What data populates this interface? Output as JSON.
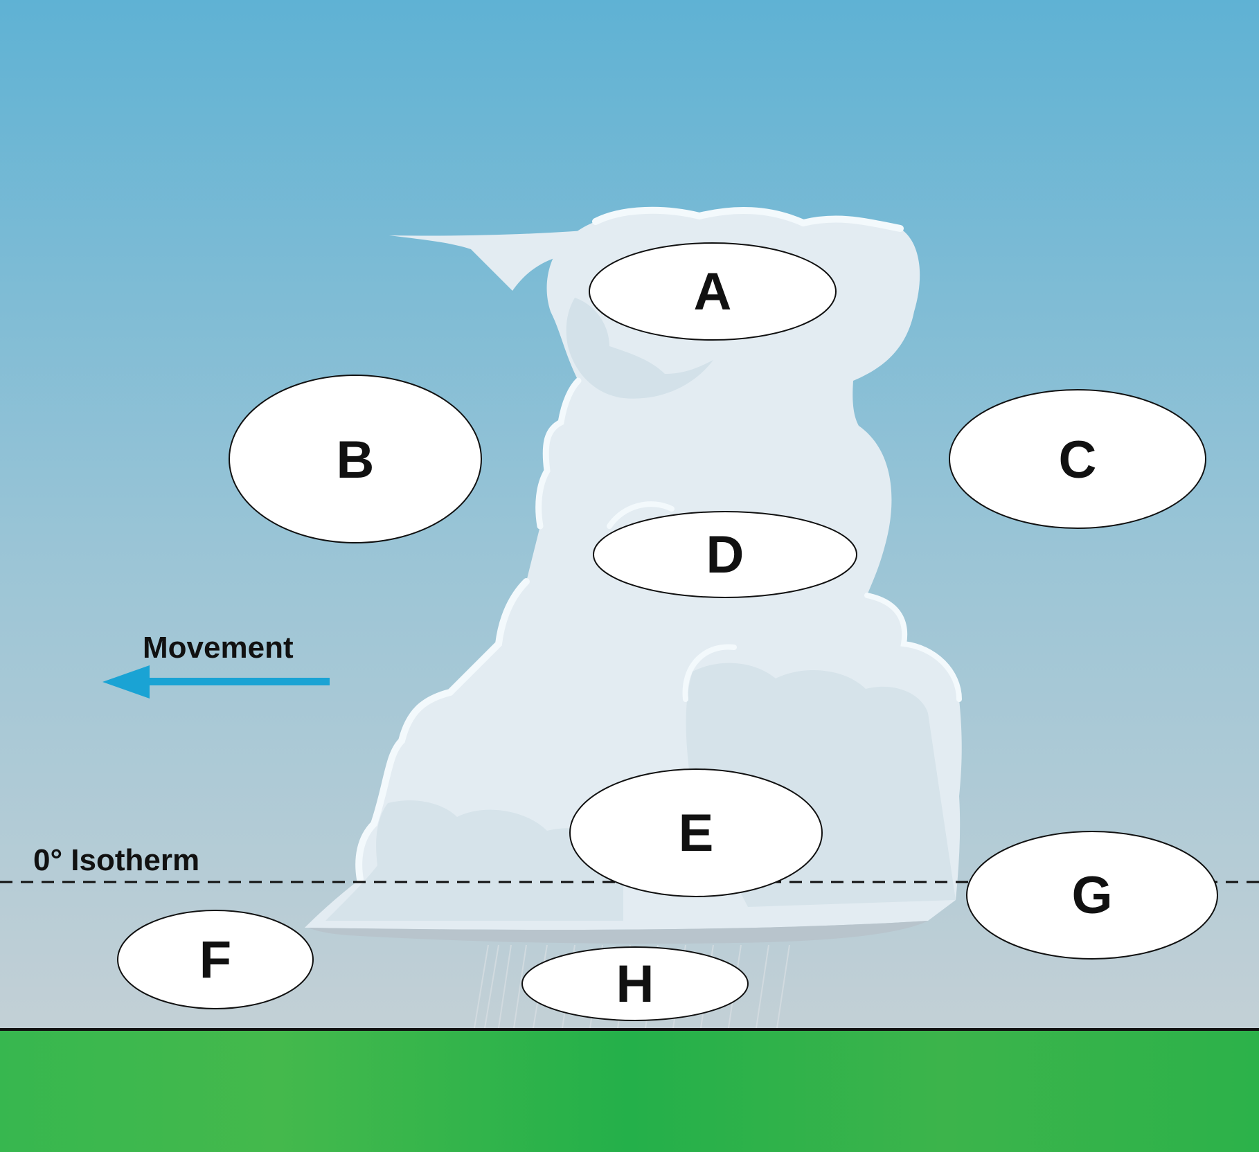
{
  "captions": {
    "movement": "Movement",
    "isotherm": "0° Isotherm"
  },
  "labels": {
    "a": "A",
    "b": "B",
    "c": "C",
    "d": "D",
    "e": "E",
    "f": "F",
    "g": "G",
    "h": "H"
  },
  "colors": {
    "sky_top": "#5fb2d4",
    "sky_bottom": "#c3d0d6",
    "cloud": "#e3ecf2",
    "cloud_shadow": "#d2e0e8",
    "cloud_highlight": "#f4fafc",
    "cloud_base": "#b8c4cc",
    "ground": "#2cb24a",
    "arrow": "#1aa3d4",
    "ink": "#111111"
  }
}
